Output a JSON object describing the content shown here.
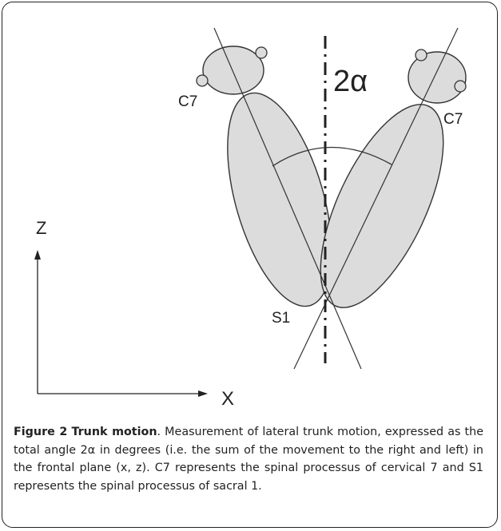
{
  "figure": {
    "labels": {
      "c7_left": "C7",
      "c7_right": "C7",
      "angle": "2α",
      "s1": "S1",
      "axis_z": "Z",
      "axis_x": "X"
    },
    "caption": {
      "number": "Figure 2",
      "title": "Trunk motion",
      "text": ". Measurement of lateral trunk motion, expressed as the total angle 2α in degrees (i.e. the sum of the movement to the right and left) in the frontal plane (x, z). C7 represents the spinal processus of cervical 7 and S1 represents the spinal processus of sacral 1."
    }
  }
}
